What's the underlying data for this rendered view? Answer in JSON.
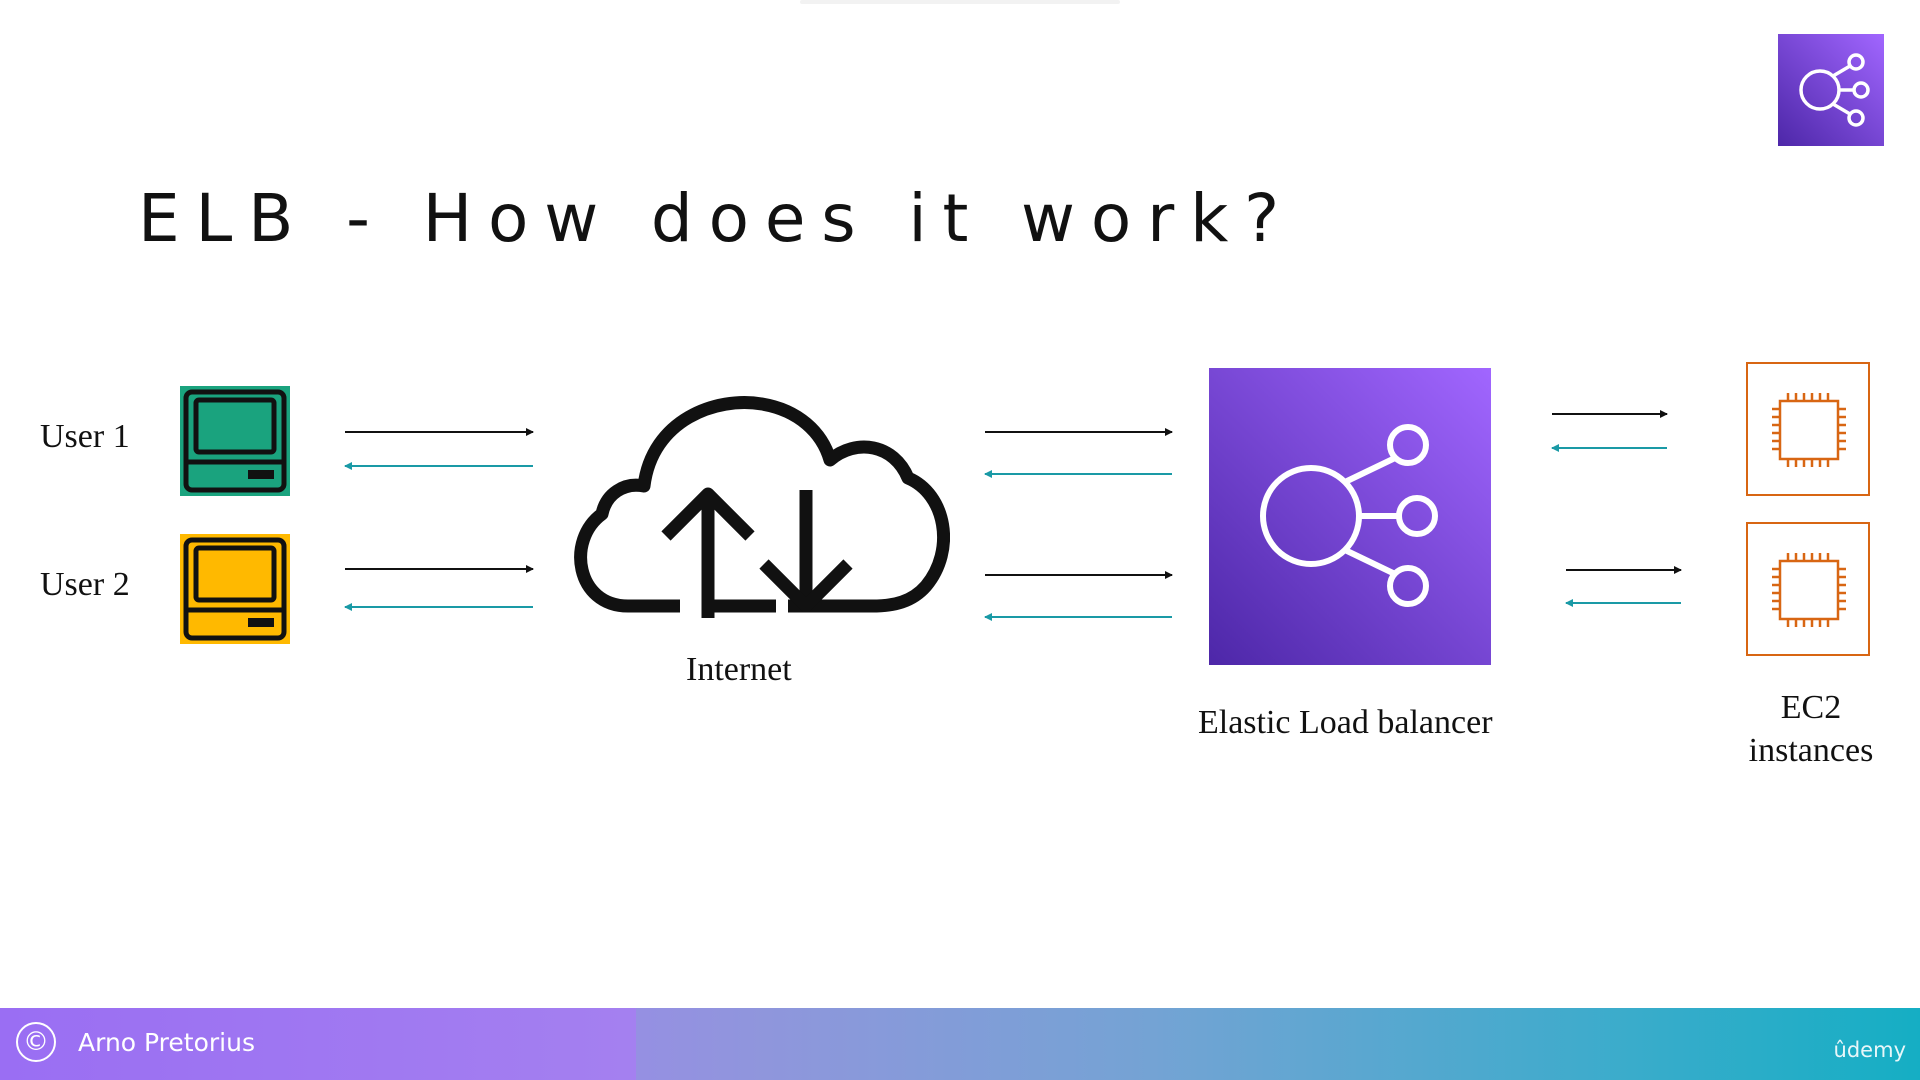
{
  "slide": {
    "title": "ELB - How does it work?",
    "users": [
      {
        "label": "User 1",
        "color": "#1aa37e",
        "icon": "computer-terminal-icon"
      },
      {
        "label": "User 2",
        "color": "#ffb900",
        "icon": "computer-terminal-icon"
      }
    ],
    "internet": {
      "label": "Internet",
      "icon": "cloud-upload-download-icon"
    },
    "load_balancer": {
      "label": "Elastic Load balancer",
      "icon": "elastic-load-balancing-icon"
    },
    "ec2": {
      "label_line1": "EC2",
      "label_line2": "instances",
      "icon": "ec2-chip-icon"
    }
  },
  "footer": {
    "copyright_symbol": "©",
    "author": "Arno Pretorius",
    "brand": "ûdemy"
  },
  "colors": {
    "request_arrow": "#111111",
    "response_arrow": "#1a9aa6",
    "elb_gradient_start": "#4d27a8",
    "elb_gradient_end": "#a166ff",
    "ec2_orange": "#d86613"
  }
}
